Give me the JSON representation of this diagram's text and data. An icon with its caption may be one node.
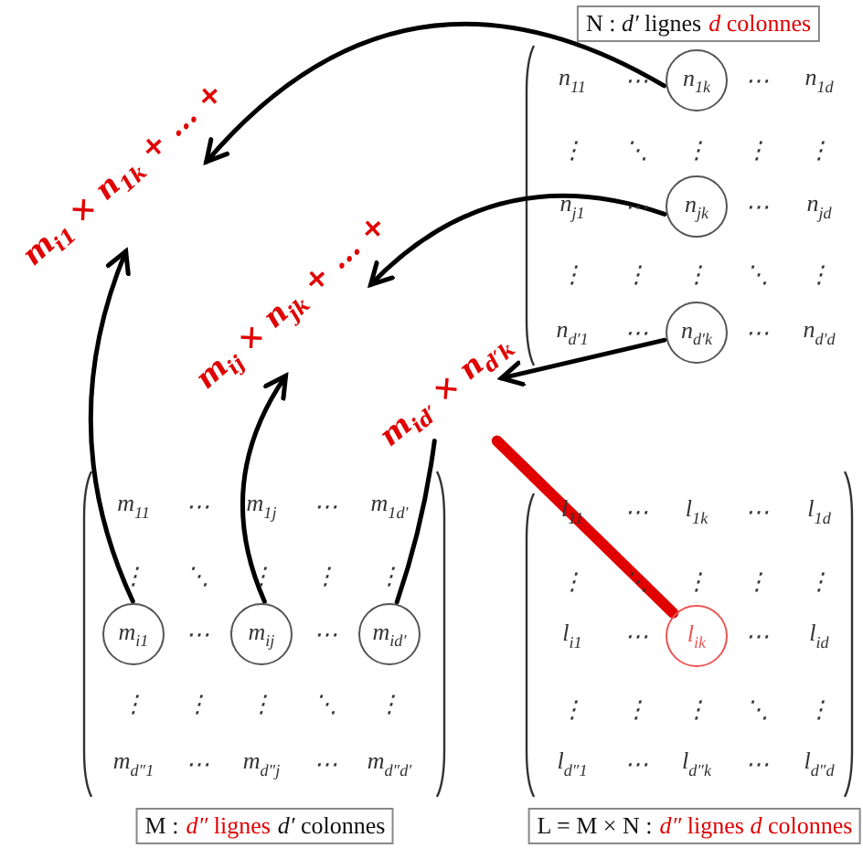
{
  "diagram": {
    "nodes": [
      {
        "text": [
          "N : *d′* lignes",
          "*d* colonnes"
        ]
      },
      {
        "text": [
          "n$_{1k}$"
        ]
      },
      {
        "text": [
          "n$_{jk}$"
        ]
      },
      {
        "text": [
          "n$_{d′k}$"
        ]
      },
      {
        "text": [
          "m$_{i1}$ × n$_{1k}$ + ... +"
        ]
      },
      {
        "text": [
          "m$_{ij}$ × n$_{jk}$ + ... +"
        ]
      },
      {
        "text": [
          "m$_{id′}$ × n$_{d′k}$"
        ]
      },
      {
        "text": [
          "m$_{i1}$"
        ]
      },
      {
        "text": [
          "m$_{ij}$"
        ]
      },
      {
        "text": [
          "m$_{id′}$"
        ]
      },
      {
        "text": [
          "M :",
          "*d″* lignes",
          "*d′* colonnes"
        ]
      },
      {
        "text": [
          "l$_{ik}$"
        ]
      },
      {
        "text": [
          "L = M × N :",
          "*d″* lignes *d* colonnes"
        ]
      }
    ],
    "edges": [
      {
        "from": 1,
        "to": 4,
        "arrow": "to"
      },
      {
        "from": 2,
        "to": 5,
        "arrow": "to"
      },
      {
        "from": 3,
        "to": 6,
        "arrow": "to"
      },
      {
        "from": 7,
        "to": 4,
        "arrow": "to"
      },
      {
        "from": 8,
        "to": 5,
        "arrow": "to"
      },
      {
        "from": 9,
        "to": 6,
        "arrow": "none"
      },
      {
        "from": 6,
        "to": 11,
        "arrow": "none",
        "style": "thick",
        "color": "#e00000"
      }
    ],
    "labels": [
      "n$_{11}$",
      "⋯",
      "⋯",
      "n$_{1d}$",
      "⋮",
      "⋱",
      "⋮",
      "⋮",
      "⋮",
      "n$_{j1}$",
      "⋯",
      "⋯",
      "n$_{jd}$",
      "⋮",
      "⋮",
      "⋮",
      "⋱",
      "⋮",
      "n$_{d′1}$",
      "⋯",
      "⋯",
      "n$_{d′d}$",
      "m$_{11}$",
      "⋯",
      "m$_{1j}$",
      "⋯",
      "m$_{1d′}$",
      "⋮",
      "⋱",
      "⋮",
      "⋮",
      "⋮",
      "⋯",
      "⋯",
      "⋮",
      "⋮",
      "⋮",
      "⋱",
      "⋮",
      "m$_{d″1}$",
      "⋯",
      "m$_{d″j}$",
      "⋯",
      "m$_{d″d′}$",
      "l$_{11}$",
      "⋯",
      "l$_{1k}$",
      "⋯",
      "l$_{1d}$",
      "⋮",
      "⋱",
      "⋮",
      "⋮",
      "⋮",
      "l$_{i1}$",
      "⋯",
      "⋯",
      "l$_{id}$",
      "⋮",
      "⋮",
      "⋮",
      "⋱",
      "⋮",
      "l$_{d″1}$",
      "⋯",
      "l$_{d″k}$",
      "⋯",
      "l$_{d″d}$"
    ]
  }
}
